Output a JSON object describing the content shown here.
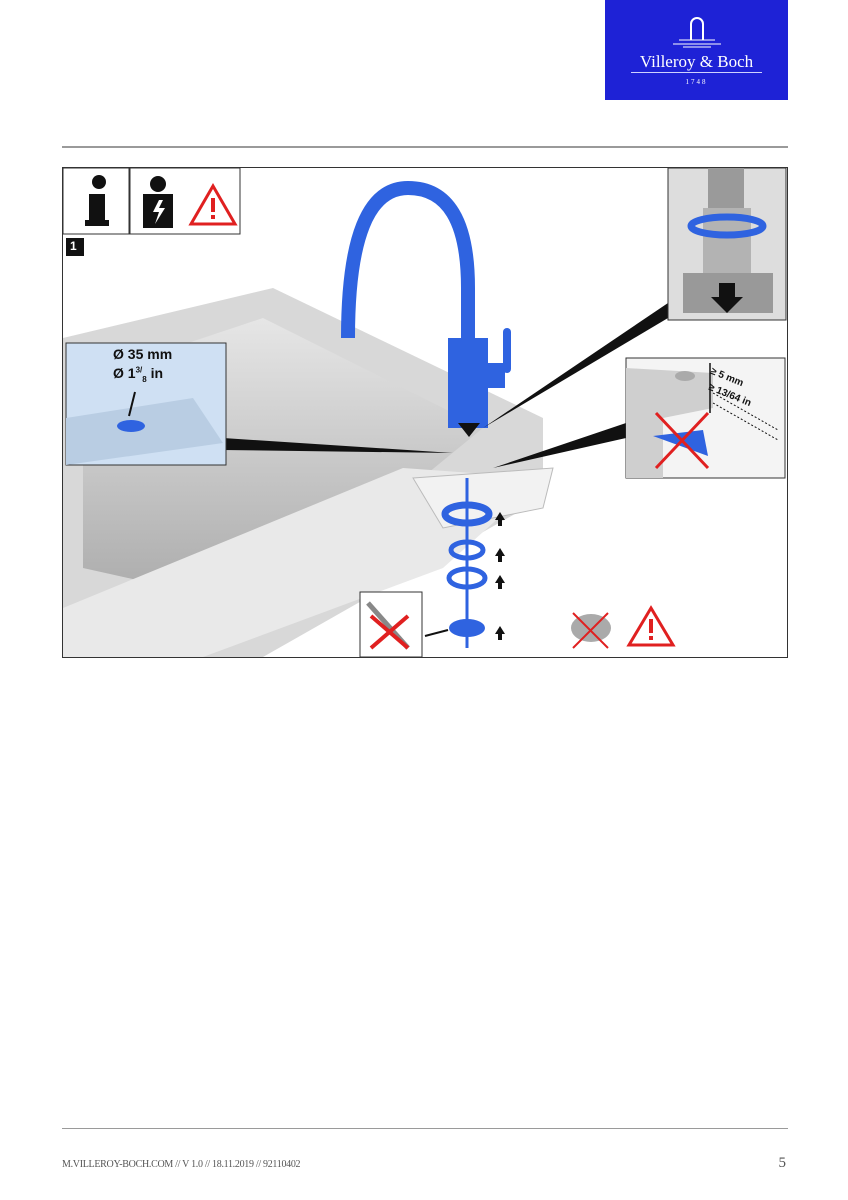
{
  "logo": {
    "brand": "Villeroy & Boch",
    "year": "1748"
  },
  "figure": {
    "step_number": "1",
    "hole_diameter_mm": "Ø 35 mm",
    "hole_diameter_in_prefix": "Ø 1",
    "hole_diameter_in_sup": "3/",
    "hole_diameter_in_sub": "8",
    "hole_diameter_in_unit": "in",
    "thickness_mm": "≥ 5 mm",
    "thickness_in_prefix": "≥ 13",
    "thickness_in_sub": "/64 in"
  },
  "footer": {
    "text": "M.VILLEROY-BOCH.COM // V 1.0 // 18.11.2019 // 92110402",
    "page": "5"
  },
  "colors": {
    "brand": "#1e22d6",
    "part_blue": "#2f63e0",
    "warning_red": "#e02020"
  }
}
